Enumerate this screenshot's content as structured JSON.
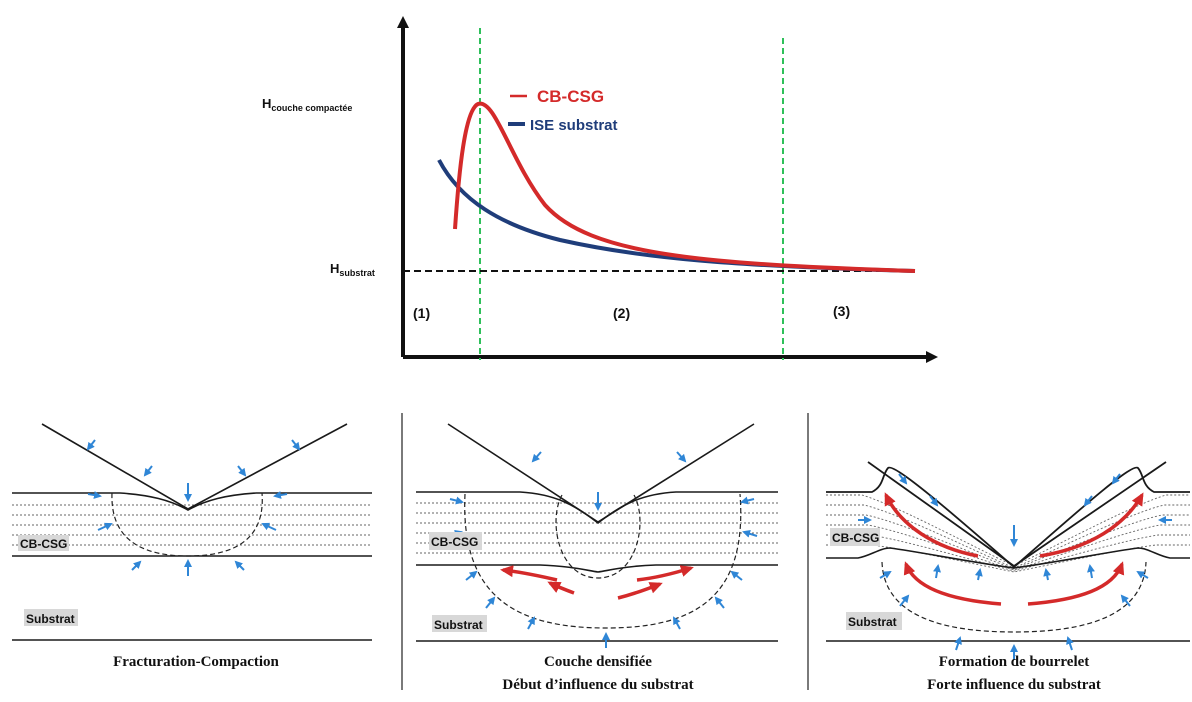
{
  "chart": {
    "y_label_main": "H",
    "y_label_top_sub": "couche compactée",
    "y_label_bottom_sub": "substrat",
    "legend": [
      {
        "label": "CB-CSG",
        "color": "#d42a2a"
      },
      {
        "label": "ISE substrat",
        "color": "#1f3d7a"
      }
    ],
    "regions": [
      "(1)",
      "(2)",
      "(3)"
    ],
    "guide_color": "#2ec05a"
  },
  "panels": [
    {
      "layer_label": "CB-CSG",
      "substrate_label": "Substrat",
      "caption": [
        "Fracturation-Compaction"
      ]
    },
    {
      "layer_label": "CB-CSG",
      "substrate_label": "Substrat",
      "caption": [
        "Couche densifiée",
        "Début d’influence du substrat"
      ]
    },
    {
      "layer_label": "CB-CSG",
      "substrate_label": "Substrat",
      "caption": [
        "Formation de bourrelet",
        "Forte influence du substrat"
      ]
    }
  ],
  "colors": {
    "force_arrow": "#2f86d6",
    "flow_arrow": "#d42a2a",
    "line": "#1a1a1a"
  }
}
